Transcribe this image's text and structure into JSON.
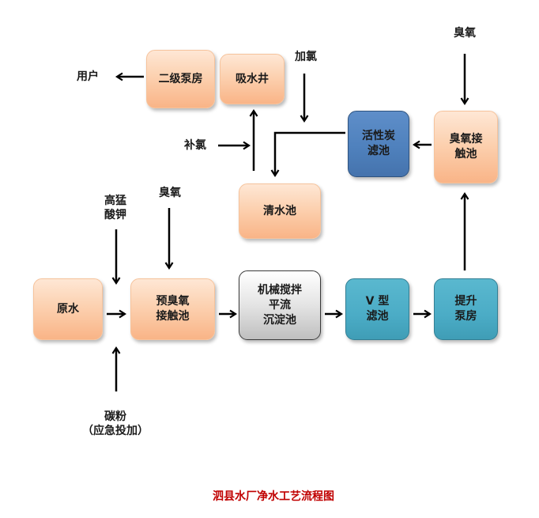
{
  "title": "泗县水厂净水工艺流程图",
  "nodes": {
    "raw_water": {
      "lines": [
        "原水"
      ]
    },
    "pre_ozone": {
      "lines": [
        "预臭氧",
        "接触池"
      ]
    },
    "sedimentation": {
      "lines": [
        "机械搅拌",
        "平流",
        "沉淀池"
      ]
    },
    "v_filter": {
      "lines": [
        "V 型",
        "滤池"
      ]
    },
    "lift_pump": {
      "lines": [
        "提升",
        "泵房"
      ]
    },
    "ozone_contact": {
      "lines": [
        "臭氧接",
        "触池"
      ]
    },
    "carbon_filter": {
      "lines": [
        "活性炭",
        "滤池"
      ]
    },
    "clear_water": {
      "lines": [
        "清水池"
      ]
    },
    "secondary_pump": {
      "lines": [
        "二级泵房"
      ]
    },
    "suction_well": {
      "lines": [
        "吸水井"
      ]
    }
  },
  "labels": {
    "user": "用户",
    "add_chlorine": "加氯",
    "ozone_top": "臭氧",
    "supplement_chlorine": "补氯",
    "permanganate": [
      "高猛",
      "酸钾"
    ],
    "ozone_pre": "臭氧",
    "carbon_powder": "碳粉",
    "emergency": "（应急投加）"
  },
  "colors": {
    "orange": "#f9b487",
    "grey": "#bfbfbf",
    "teal": "#4bacc6",
    "blue": "#4f81bd",
    "arrow": "#000000",
    "title": "#c00000"
  }
}
